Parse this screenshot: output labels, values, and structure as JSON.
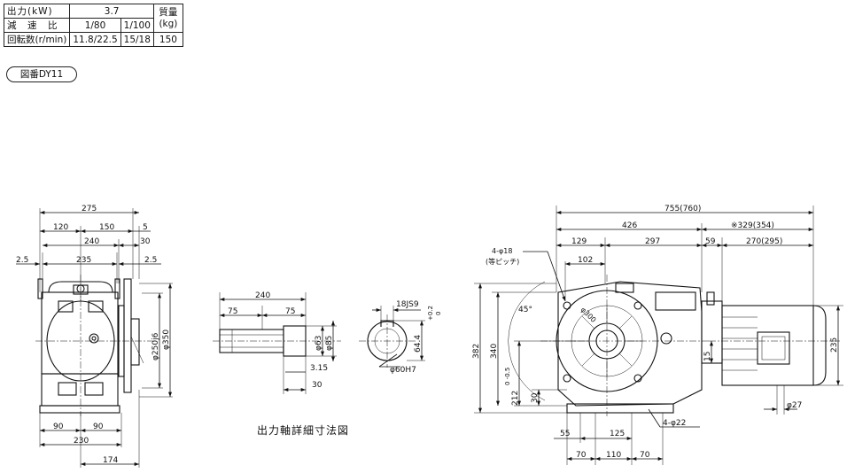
{
  "spec_table": {
    "output_label": "出力(kW)",
    "output_value": "3.7",
    "weight_label": "質量(kg)",
    "ratio_label": "減　速　比",
    "ratio_1": "1/80",
    "ratio_2": "1/100",
    "speed_label": "回転数(r/min)",
    "speed_1": "11.8/22.5",
    "speed_2": "15/18",
    "weight_value": "150"
  },
  "figure_number": "図番DY11",
  "caption": "出力軸詳細寸法図",
  "front_view": {
    "d_275": "275",
    "d_120": "120",
    "d_150": "150",
    "d_5": "5",
    "d_240": "240",
    "d_30": "30",
    "d_2_5_left": "2.5",
    "d_235": "235",
    "d_2_5_right": "2.5",
    "d_phi250": "φ250j6",
    "d_phi350": "φ350",
    "d_90_left": "90",
    "d_90_right": "90",
    "d_230": "230",
    "d_174": "174"
  },
  "shaft_view": {
    "d_240": "240",
    "d_75_left": "75",
    "d_75_right": "75",
    "d_phi63": "φ63",
    "d_phi85": "φ85",
    "d_3_15": "3.15",
    "d_30": "30"
  },
  "keyway_view": {
    "d_18js9": "18JS9",
    "d_64_4": "64.4",
    "tol_upper": "+0.2",
    "tol_lower": "0",
    "d_phi60h7": "φ60H7"
  },
  "side_view": {
    "d_755": "755(760)",
    "d_426": "426",
    "d_329": "※329(354)",
    "d_129": "129",
    "d_297": "297",
    "d_59": "59",
    "d_270": "270(295)",
    "holes_top": "4-φ18",
    "holes_top_note": "(等ピッチ)",
    "d_102": "102",
    "d_45": "45°",
    "d_phi300": "φ300",
    "d_382": "382",
    "d_340": "340",
    "d_212": "212",
    "d_212_tol": "0\n-0.5",
    "d_30": "30",
    "d_15": "15",
    "d_235": "235",
    "d_phi27": "φ27",
    "d_55": "55",
    "d_125": "125",
    "holes_bottom": "4-φ22",
    "d_70_left": "70",
    "d_110": "110",
    "d_70_right": "70"
  }
}
